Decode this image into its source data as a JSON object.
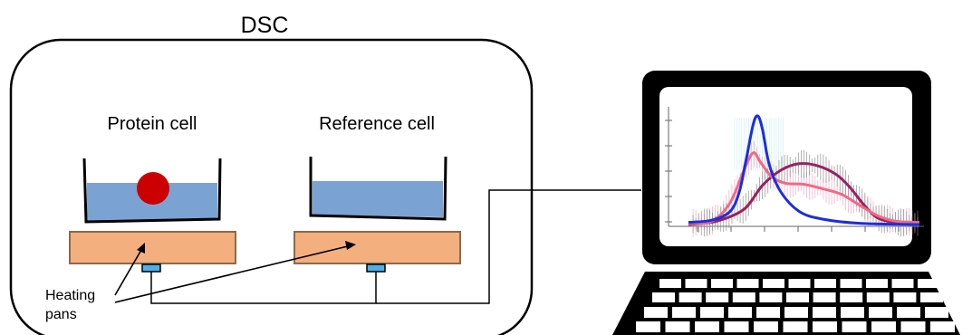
{
  "diagram": {
    "title": "DSC",
    "protein_cell_label": "Protein cell",
    "reference_cell_label": "Reference cell",
    "heating_label_line1": "Heating",
    "heating_label_line2": "pans"
  },
  "colors": {
    "liquid": "#7aa3d4",
    "protein": "#cc0000",
    "pan": "#f4af7f",
    "sensor": "#4fb0e8",
    "laptop_body": "#000000",
    "screen_bg": "#ffffff",
    "curve_blue": "#1a2ee0",
    "curve_pink": "#f06a85",
    "curve_maroon": "#9a2060"
  },
  "chart_data": {
    "type": "line",
    "title": "",
    "xlabel": "",
    "ylabel": "",
    "series": [
      {
        "color": "#1a2ee0",
        "values": [
          [
            0,
            0.02
          ],
          [
            0.1,
            0.04
          ],
          [
            0.18,
            0.12
          ],
          [
            0.22,
            0.3
          ],
          [
            0.25,
            0.6
          ],
          [
            0.28,
            0.92
          ],
          [
            0.3,
            1.0
          ],
          [
            0.32,
            0.88
          ],
          [
            0.35,
            0.55
          ],
          [
            0.4,
            0.3
          ],
          [
            0.48,
            0.12
          ],
          [
            0.58,
            0.05
          ],
          [
            0.75,
            0.01
          ],
          [
            1,
            0
          ]
        ]
      },
      {
        "color": "#f06a85",
        "values": [
          [
            0,
            0.01
          ],
          [
            0.1,
            0.03
          ],
          [
            0.18,
            0.2
          ],
          [
            0.24,
            0.5
          ],
          [
            0.28,
            0.66
          ],
          [
            0.31,
            0.58
          ],
          [
            0.36,
            0.44
          ],
          [
            0.42,
            0.38
          ],
          [
            0.5,
            0.37
          ],
          [
            0.58,
            0.33
          ],
          [
            0.66,
            0.28
          ],
          [
            0.74,
            0.18
          ],
          [
            0.82,
            0.08
          ],
          [
            0.9,
            0.03
          ],
          [
            1,
            0.02
          ]
        ]
      },
      {
        "color": "#9a2060",
        "values": [
          [
            0,
            0
          ],
          [
            0.12,
            0.03
          ],
          [
            0.24,
            0.14
          ],
          [
            0.32,
            0.36
          ],
          [
            0.4,
            0.5
          ],
          [
            0.48,
            0.56
          ],
          [
            0.56,
            0.54
          ],
          [
            0.64,
            0.46
          ],
          [
            0.7,
            0.34
          ],
          [
            0.76,
            0.18
          ],
          [
            0.82,
            0.06
          ],
          [
            0.9,
            0.02
          ],
          [
            1,
            0.01
          ]
        ]
      }
    ]
  }
}
